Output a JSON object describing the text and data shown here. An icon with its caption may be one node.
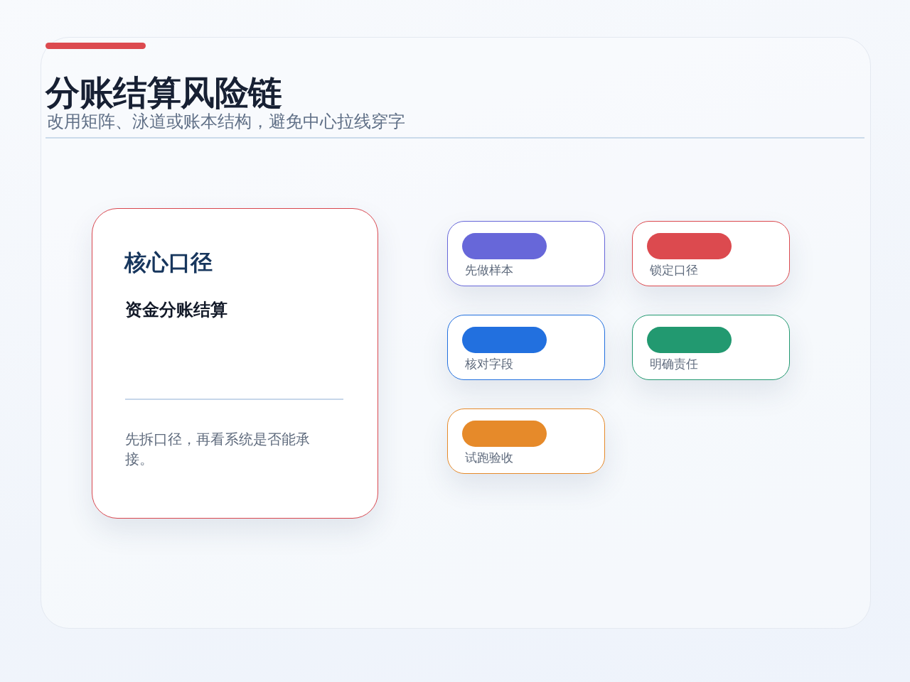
{
  "diagram": {
    "title": "分账结算风险链",
    "nodes": [
      {
        "text": [
          "核心口径",
          "资金分账结算",
          "先拆口径，再看系统是否能承接。"
        ]
      },
      {
        "text": [
          "先做样本"
        ]
      },
      {
        "text": [],
        "shape": "bar",
        "in": 1
      },
      {
        "text": [
          "锁定口径"
        ]
      },
      {
        "text": [],
        "shape": "bar",
        "in": 3
      },
      {
        "text": [
          "核对字段"
        ]
      },
      {
        "text": [],
        "shape": "bar",
        "in": 5
      },
      {
        "text": [
          "明确责任"
        ]
      },
      {
        "text": [],
        "shape": "bar",
        "in": 7
      },
      {
        "text": [
          "试跑验收"
        ]
      },
      {
        "text": [],
        "shape": "bar",
        "in": 9
      }
    ],
    "labels": [
      "改用矩阵、泳道或账本结构，避免中心拉线穿字"
    ]
  }
}
